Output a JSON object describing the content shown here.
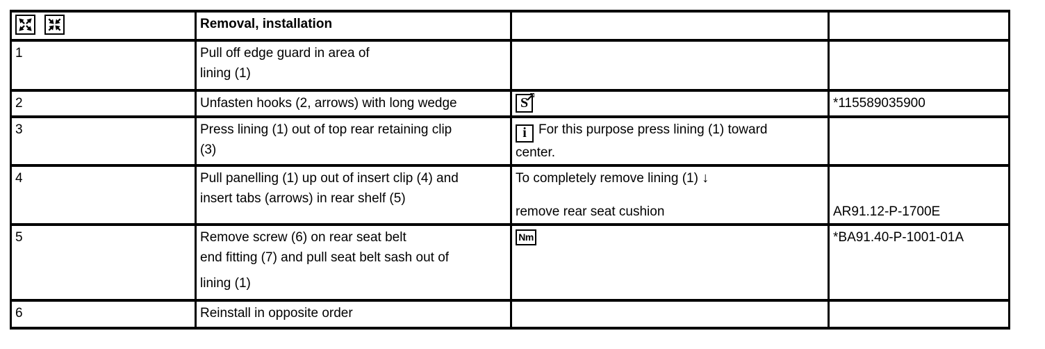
{
  "table": {
    "header": {
      "title": "Removal, installation",
      "icons": [
        {
          "name": "expand-arrows-icon"
        },
        {
          "name": "collapse-arrows-icon"
        }
      ]
    },
    "rows": [
      {
        "step": "1",
        "instruction_lines": [
          "Pull off edge guard in area of",
          "lining (1)"
        ],
        "note": {},
        "reference": ""
      },
      {
        "step": "2",
        "instruction_lines": [
          "Unfasten hooks (2, arrows) with long wedge"
        ],
        "note": {
          "icon": "special-tool-icon",
          "icon_label": "S"
        },
        "reference": "*115589035900"
      },
      {
        "step": "3",
        "instruction_lines": [
          "Press lining (1) out of top rear retaining clip",
          "(3)"
        ],
        "note": {
          "icon": "info-icon",
          "icon_label": "i",
          "text_line1": "For this purpose press lining (1) toward",
          "text_line2": "center."
        },
        "reference": ""
      },
      {
        "step": "4",
        "instruction_lines": [
          "Pull panelling (1) up out of insert clip (4) and",
          "insert tabs (arrows) in rear shelf (5)"
        ],
        "note": {
          "top_text": "To completely remove lining (1)",
          "arrow": "↓",
          "bottom_text": "remove rear seat cushion"
        },
        "reference": "AR91.12-P-1700E"
      },
      {
        "step": "5",
        "instruction_lines": [
          "Remove screw (6) on rear seat belt",
          "end fitting (7) and pull seat belt sash out of",
          "lining (1)"
        ],
        "note": {
          "icon": "torque-nm-icon",
          "icon_label": "Nm"
        },
        "reference": "*BA91.40-P-1001-01A"
      },
      {
        "step": "6",
        "instruction_lines": [
          "Reinstall in opposite order"
        ],
        "note": {},
        "reference": ""
      }
    ]
  },
  "colors": {
    "border": "#000000",
    "text": "#000000",
    "background": "#ffffff"
  }
}
